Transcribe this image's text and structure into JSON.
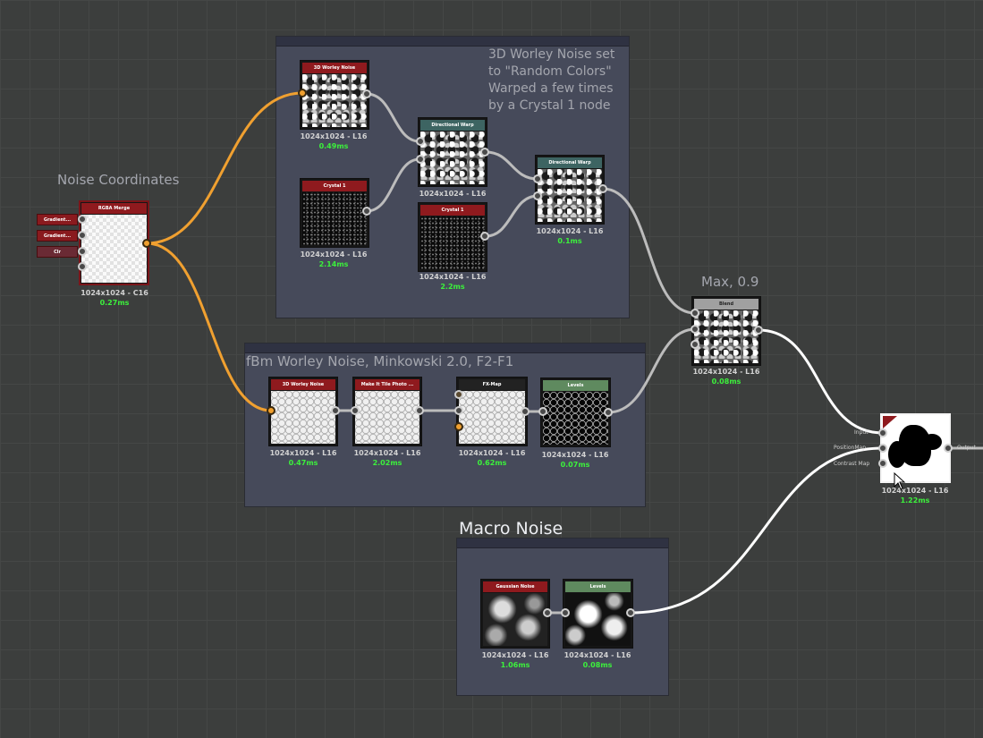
{
  "frames": {
    "worley": {
      "comment": "3D Worley Noise set to \"Random Colors\" Warped a few times by a Crystal 1 node"
    },
    "fbm": {
      "title": "fBm Worley Noise, Minkowski 2.0, F2-F1"
    },
    "macro": {
      "title": "Macro Noise"
    }
  },
  "labels": {
    "noise_coordinates": "Noise Coordinates",
    "max_label": "Max, 0.9"
  },
  "input_pills": [
    "Gradient...",
    "Gradient...",
    "Clr"
  ],
  "nodes": {
    "rgba_merge": {
      "title": "RGBA Merge",
      "res": "1024x1024 - C16",
      "ms": "0.27ms"
    },
    "worley3d": {
      "title": "3D Worley Noise",
      "res": "1024x1024 - L16",
      "ms": "0.49ms"
    },
    "crystal1_a": {
      "title": "Crystal 1",
      "res": "1024x1024 - L16",
      "ms": "2.14ms"
    },
    "dirwarp_a": {
      "title": "Directional Warp",
      "res": "1024x1024 - L16",
      "ms": ""
    },
    "crystal1_b": {
      "title": "Crystal 1",
      "res": "1024x1024 - L16",
      "ms": "2.2ms"
    },
    "dirwarp_b": {
      "title": "Directional Warp",
      "res": "1024x1024 - L16",
      "ms": "0.1ms"
    },
    "blend": {
      "title": "Blend",
      "res": "1024x1024 - L16",
      "ms": "0.08ms"
    },
    "worley_fbm": {
      "title": "3D Worley Noise",
      "res": "1024x1024 - L16",
      "ms": "0.47ms"
    },
    "make_tile": {
      "title": "Make It Tile Photo ...",
      "res": "1024x1024 - L16",
      "ms": "2.02ms"
    },
    "fxmap": {
      "title": "FX-Map",
      "res": "1024x1024 - L16",
      "ms": "0.62ms"
    },
    "levels_a": {
      "title": "Levels",
      "res": "1024x1024 - L16",
      "ms": "0.07ms"
    },
    "gaussian": {
      "title": "Gaussian Noise",
      "res": "1024x1024 - L16",
      "ms": "1.06ms"
    },
    "levels_b": {
      "title": "Levels",
      "res": "1024x1024 - L16",
      "ms": "0.08ms"
    },
    "output": {
      "title": "",
      "res": "1024x1024 - L16",
      "ms": "1.22ms"
    }
  },
  "output_ports": {
    "input": "Input",
    "position": "PositionMap",
    "contrast": "Contrast Map",
    "out": "Output"
  },
  "colors": {
    "grid_bg": "#3c3e3d",
    "frame_bg": "#464a5a",
    "wire_orange": "#f0a030",
    "wire_gray": "#bcbcbc",
    "wire_white": "#ffffff",
    "timing_green": "#3cf03c",
    "header_red": "#8f1a1e",
    "header_teal": "#3d6462",
    "header_green": "#5f8a5f"
  }
}
